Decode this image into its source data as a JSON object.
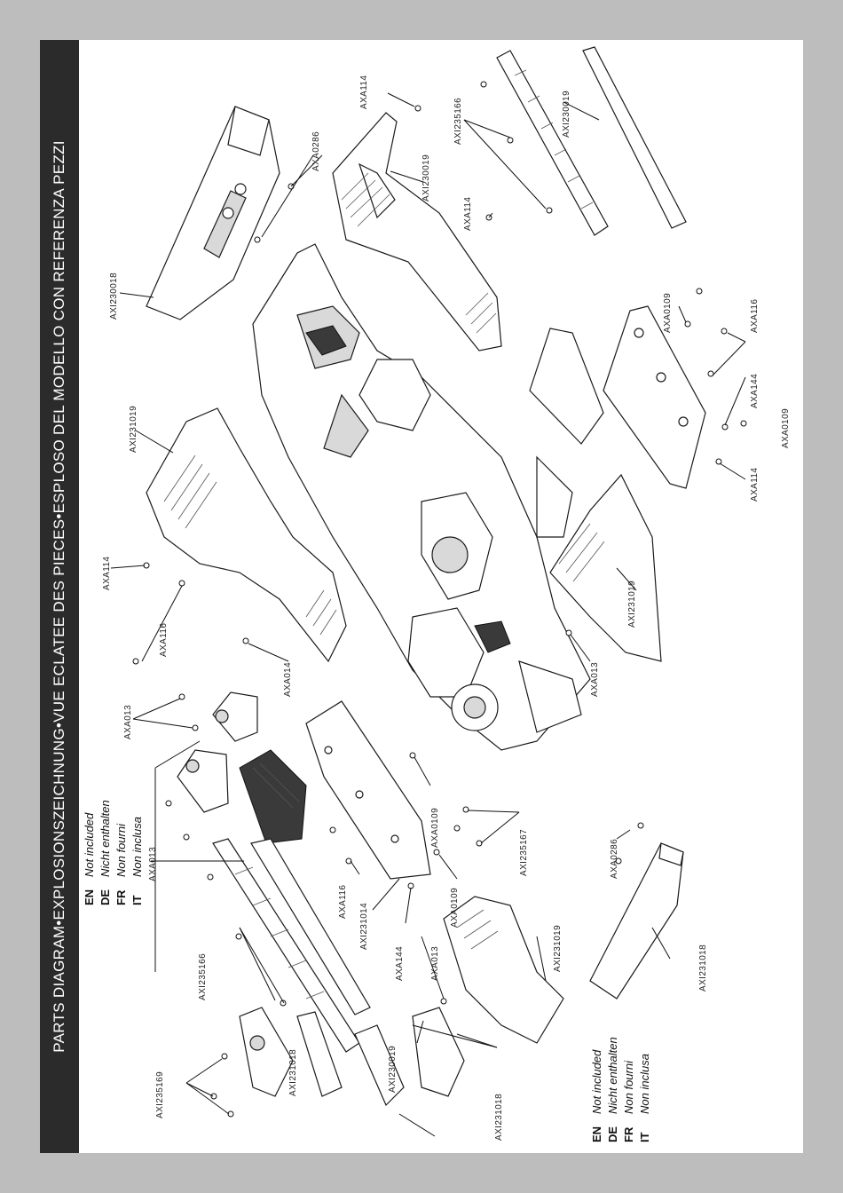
{
  "header": {
    "banner_text": "PARTS DIAGRAM•EXPLOSIONSZEICHNUNG•VUE ECLATEE DES PIECES•ESPLOSO DEL MODELLO CON REFERENZA PEZZI"
  },
  "legend": {
    "items": [
      {
        "code": "EN",
        "text": "Not included"
      },
      {
        "code": "DE",
        "text": "Nicht enthalten"
      },
      {
        "code": "FR",
        "text": "Non fourni"
      },
      {
        "code": "IT",
        "text": "Non inclusa"
      }
    ]
  },
  "labels": {
    "AXA114": "AXA114",
    "AXI235166": "AXI235166",
    "AXI230019": "AXI230019",
    "AXA0286": "AXA0286",
    "AXI230018": "AXI230018",
    "AXI231019": "AXI231019",
    "AXA0109": "AXA0109",
    "AXA116": "AXA116",
    "AXA144": "AXA144",
    "AXA013": "AXA013",
    "AXA014": "AXA014",
    "AXI231014": "AXI231014",
    "AXI235167": "AXI235167",
    "AXI231018": "AXI231018",
    "AXI235169": "AXI235169"
  }
}
